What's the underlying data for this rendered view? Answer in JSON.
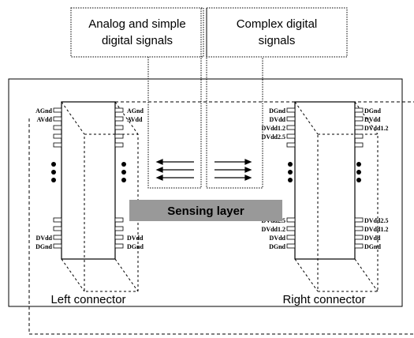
{
  "callouts": {
    "analog": [
      "Analog and simple",
      "digital signals"
    ],
    "complex": [
      "Complex digital",
      "signals"
    ]
  },
  "sensing_layer": "Sensing layer",
  "connectors": {
    "left": {
      "caption": "Left connector",
      "pins_left_top": [
        "AGnd",
        "AVdd"
      ],
      "pins_right_top": [
        "AGnd",
        "AVdd"
      ],
      "pins_left_bottom": [
        "DVdd",
        "DGnd"
      ],
      "pins_right_bottom": [
        "DVdd",
        "DGnd"
      ]
    },
    "right": {
      "caption": "Right connector",
      "pins_left_top": [
        "DGnd",
        "DVdd",
        "DVdd1.2",
        "DVdd2.5"
      ],
      "pins_right_top": [
        "DGnd",
        "DVdd",
        "DVdd1.2"
      ],
      "pins_left_bottom": [
        "DVdd2.5",
        "DVdd1.2",
        "DVdd",
        "DGnd"
      ],
      "pins_right_bottom": [
        "DVdd2.5",
        "DVdd1.2",
        "DVdd",
        "DGnd"
      ]
    }
  },
  "colors": {
    "sensing_layer_fill": "#999999",
    "line": "#000000"
  }
}
